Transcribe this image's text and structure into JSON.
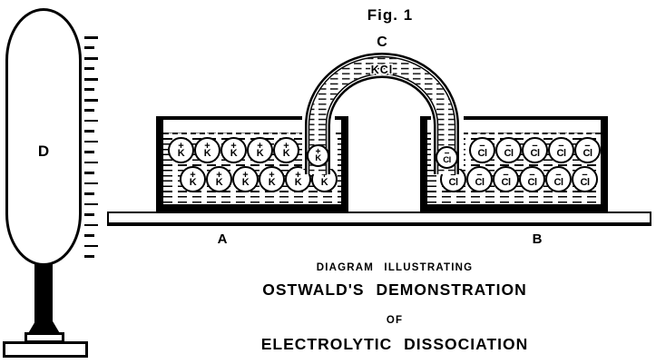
{
  "figure_title": "Fig. 1",
  "bridge": {
    "label": "C",
    "contents": "KCl"
  },
  "gas_measuring_tube": {
    "label": "D",
    "scale_tick_count": 22
  },
  "left_trough": {
    "label": "A",
    "ion": "K",
    "charge": "+",
    "row1_count": 5,
    "row2_count": 6,
    "tube_ion": "K",
    "tube_ion_charge": "+"
  },
  "right_trough": {
    "label": "B",
    "ion": "Cl",
    "charge": "−",
    "row1_count": 5,
    "row2_count": 6,
    "tube_ion": "Cl",
    "tube_ion_charge": "−"
  },
  "caption": {
    "line1": "DIAGRAM ILLUSTRATING",
    "line2": "OSTWALD'S DEMONSTRATION",
    "line3": "OF",
    "line4": "ELECTROLYTIC DISSOCIATION"
  },
  "colors": {
    "ink": "#000000",
    "paper": "#ffffff"
  }
}
